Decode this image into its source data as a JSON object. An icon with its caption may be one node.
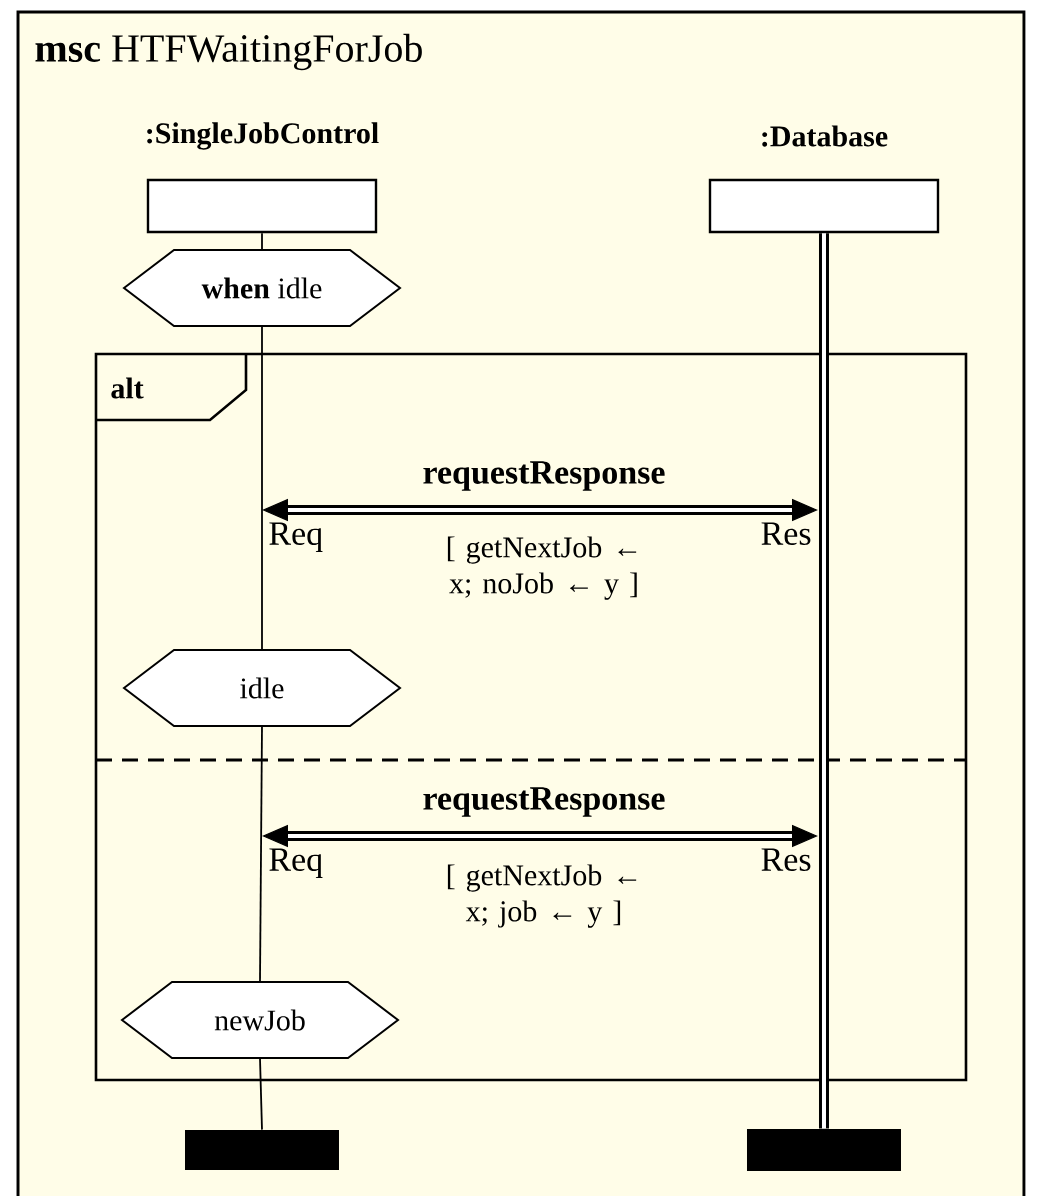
{
  "diagram": {
    "title": "**msc** HTFWaitingForJob",
    "nodes": [
      {
        "text": [
          ":SingleJobControl"
        ]
      },
      {
        "text": [
          ":Database"
        ]
      },
      {
        "text": [
          "**when** idle"
        ]
      },
      {
        "text": [
          "alt"
        ]
      },
      {
        "text": [
          "idle"
        ],
        "in": 3
      },
      {
        "text": [
          "newJob"
        ],
        "in": 3
      },
      {
        "text": [],
        "shape": "bar"
      },
      {
        "text": [],
        "shape": "bar"
      },
      {
        "text": [
          "Req"
        ],
        "in": 3
      },
      {
        "text": [
          "Res"
        ],
        "in": 3
      },
      {
        "text": [
          "Req"
        ],
        "in": 3
      },
      {
        "text": [
          "Res"
        ],
        "in": 3
      }
    ],
    "edges": [
      {
        "from": 0,
        "to": 2,
        "arrow": "none"
      },
      {
        "from": 2,
        "to": 4,
        "arrow": "none"
      },
      {
        "from": 4,
        "to": 5,
        "arrow": "none"
      },
      {
        "from": 5,
        "to": 6,
        "arrow": "none"
      },
      {
        "from": 1,
        "to": 7,
        "arrow": "none",
        "style": "thick"
      },
      {
        "from": 8,
        "to": 9,
        "arrow": "both",
        "style": "thick",
        "label": "requestResponse"
      },
      {
        "from": 10,
        "to": 11,
        "arrow": "both",
        "style": "thick",
        "label": "requestResponse"
      }
    ],
    "labels": [
      "[ getNextJob ← x; noJob ← y ]",
      "[ getNextJob ← x; job ← y ]"
    ]
  }
}
